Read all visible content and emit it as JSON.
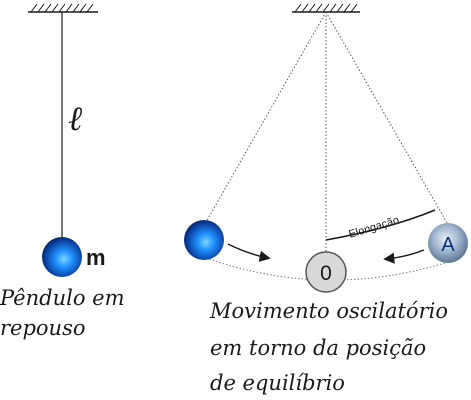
{
  "left_panel": {
    "length_symbol": "ℓ",
    "mass_label": "m",
    "caption_lines": [
      "Pêndulo em",
      "repouso"
    ]
  },
  "right_panel": {
    "elongation_label": "Elongação",
    "center_label": "0",
    "amplitude_label": "A",
    "caption_lines": [
      "Movimento oscilatório",
      "em torno da posição",
      "de equilíbrio"
    ]
  },
  "colors": {
    "line": "#1a1a1a",
    "dotted": "#555555",
    "bob_dark": "#0a2f7a",
    "bob_light": "#1e90ff",
    "ghost_bob": "#9fb4cc",
    "center_circle": "#d8d8d8"
  }
}
